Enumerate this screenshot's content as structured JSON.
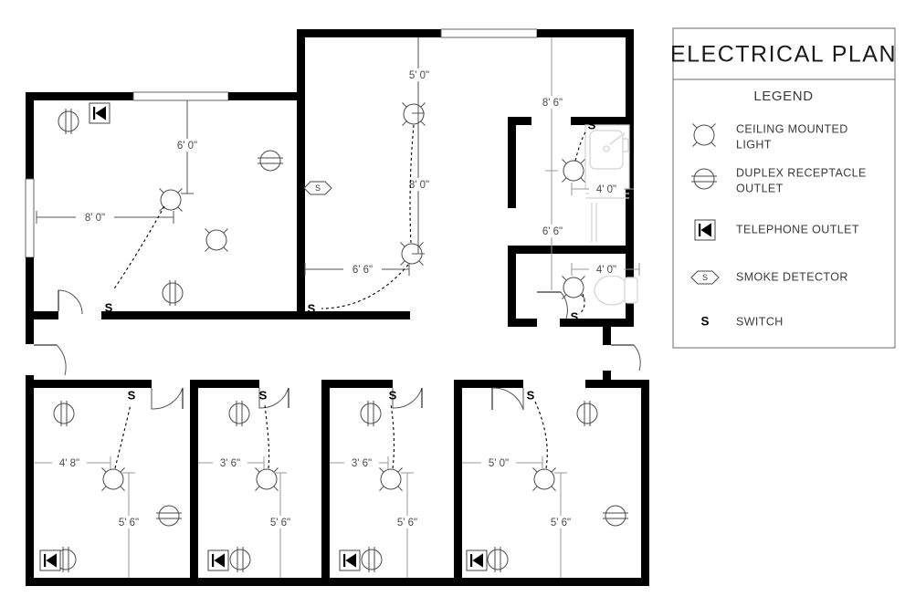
{
  "document": {
    "title": "ELECTRICAL PLAN",
    "type": "architectural-floor-plan"
  },
  "legend": {
    "box_title": "ELECTRICAL PLAN",
    "heading": "LEGEND",
    "items": [
      {
        "icon": "ceiling-light-icon",
        "line1": "CEILING MOUNTED",
        "line2": "LIGHT"
      },
      {
        "icon": "duplex-receptacle-icon",
        "line1": "DUPLEX RECEPTACLE",
        "line2": "OUTLET"
      },
      {
        "icon": "telephone-outlet-icon",
        "line1": "TELEPHONE OUTLET",
        "line2": ""
      },
      {
        "icon": "smoke-detector-icon",
        "line1": "SMOKE DETECTOR",
        "line2": ""
      },
      {
        "icon": "switch-icon",
        "line1": "SWITCH",
        "line2": ""
      }
    ],
    "switch_glyph": "S",
    "smoke_glyph": "S"
  },
  "dimensions": {
    "upper_left_vertical": "6' 0\"",
    "upper_left_horizontal": "8' 0\"",
    "upper_mid_top": "5' 0\"",
    "upper_mid_vertical": "8' 0\"",
    "upper_mid_horizontal": "6' 6\"",
    "bath_upper_vertical": "8' 6\"",
    "bath_upper_horizontal": "4' 0\"",
    "bath_lower_vertical": "6' 6\"",
    "bath_lower_horizontal": "4' 0\"",
    "room1_horizontal": "4' 8\"",
    "room1_vertical": "5' 6\"",
    "room2_horizontal": "3' 6\"",
    "room2_vertical": "5' 6\"",
    "room3_horizontal": "3' 6\"",
    "room3_vertical": "5' 6\"",
    "room4_horizontal": "5' 0\"",
    "room4_vertical": "5' 6\""
  },
  "switch_labels": {
    "upper_left": "S",
    "upper_mid": "S",
    "bath_upper": "S",
    "bath_lower": "S",
    "room1": "S",
    "room2": "S",
    "room3": "S",
    "room4": "S"
  },
  "smoke_detectors": [
    {
      "label": "S",
      "location": "upper-mid-room-west-wall"
    }
  ],
  "colors": {
    "wall": "#000000",
    "background": "#ffffff",
    "dimension_line": "#999999",
    "symbol": "#4a4a4a",
    "fixture": "#d2d2d2",
    "legend_border": "#6b6b6b",
    "text": "#3a3a3a"
  },
  "symbol_counts": {
    "ceiling_lights": 11,
    "duplex_receptacles": 13,
    "telephone_outlets": 5,
    "smoke_detectors": 1,
    "switches": 8
  }
}
